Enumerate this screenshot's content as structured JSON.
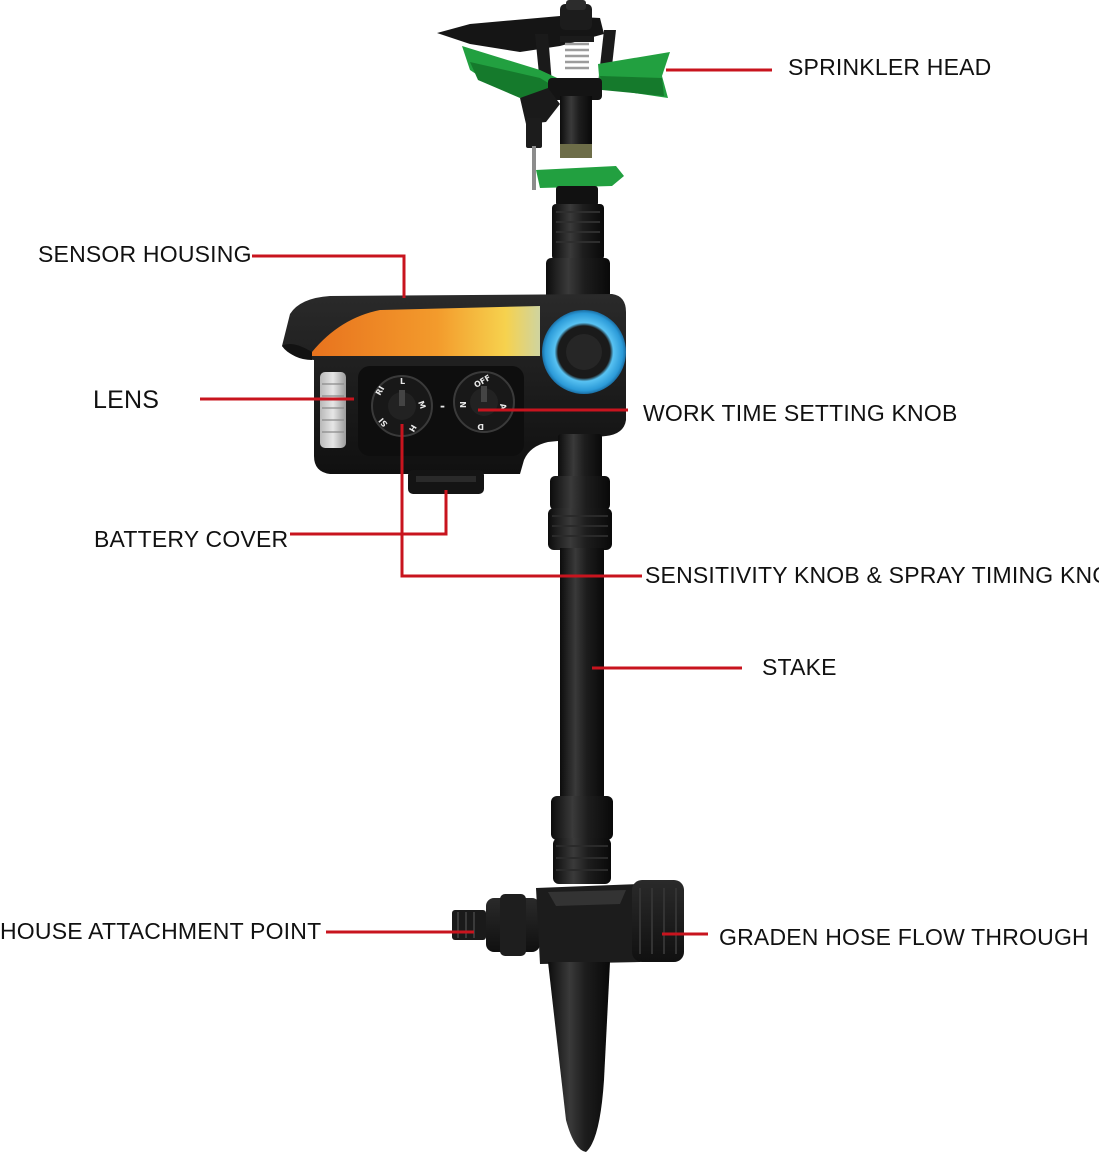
{
  "colors": {
    "leader_line": "#c8141e",
    "plastic": "#1b1b1b",
    "plastic_hi": "#3a3a3a",
    "sprinkler_green": "#1f9b3c",
    "ring_blue": "#2fa8e6",
    "panel_orange": "#f08a24",
    "panel_yellow": "#f4d24a"
  },
  "icons": [
    "sprinkler-head-icon",
    "motion-sensor-housing-icon",
    "knob-icon",
    "stake-icon",
    "hose-connector-icon"
  ],
  "labels": {
    "sprinkler_head": "SPRINKLER HEAD",
    "sensor_housing": "SENSOR HOUSING",
    "lens": "LENS",
    "work_time_setting_knob": "WORK TIME SETTING KNOB",
    "battery_cover": "BATTERY COVER",
    "sensitivity_spray_knob": "SENSITIVITY KNOB & SPRAY TIMING KNOB",
    "stake": "STAKE",
    "house_attachment_point": "HOUSE ATTACHMENT POINT",
    "garden_hose_flow_through": "GRADEN HOSE FLOW THROUGH"
  },
  "knobs": {
    "left_marks": [
      "RI",
      "L",
      "M",
      "H",
      "SI"
    ],
    "right_marks": [
      "OFF",
      "N",
      "D",
      "A"
    ],
    "separator": "-"
  }
}
